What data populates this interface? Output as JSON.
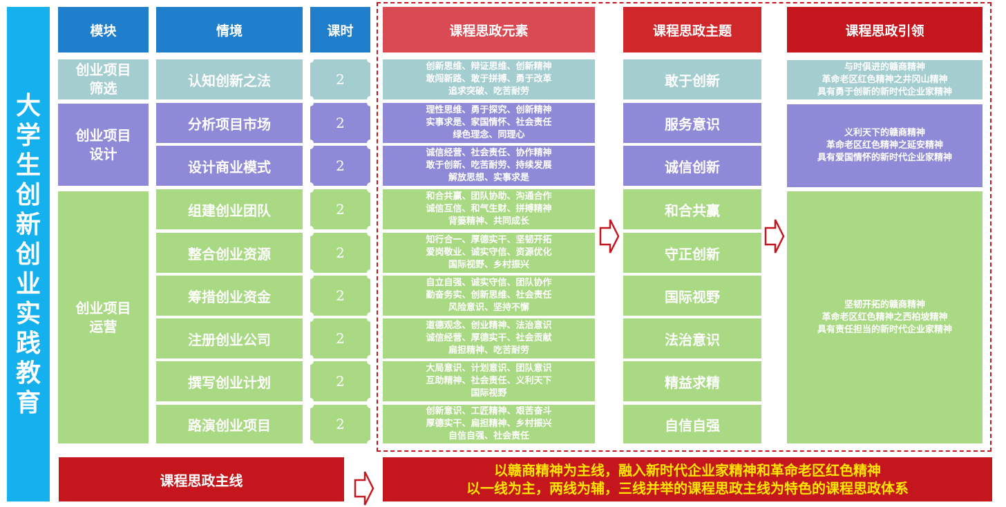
{
  "title_chars": [
    "大",
    "学",
    "生",
    "创",
    "新",
    "创",
    "业",
    "实",
    "践",
    "教",
    "育"
  ],
  "headers": {
    "module": "模块",
    "situation": "情境",
    "hours": "课时",
    "elements": "课程思政元素",
    "themes": "课程思政主题",
    "leads": "课程思政引领"
  },
  "modules": [
    {
      "label": "创业项目\n筛选",
      "color": "#a3cdcf"
    },
    {
      "label": "创业项目\n设计",
      "color": "#8f8ad8"
    },
    {
      "label": "创业项目\n运营",
      "color": "#a9d982"
    }
  ],
  "rows": [
    {
      "situation": "认知创新之法",
      "hours": "2",
      "element": "创新思维、辩证思维、创新精神\n敢闯新路、敢于拼搏、勇于改革\n追求突破、吃苦耐劳",
      "theme": "敢于创新",
      "color": "#a3cdcf"
    },
    {
      "situation": "分析项目市场",
      "hours": "2",
      "element": "理性思维、勇于探究、创新精神\n实事求是、家国情怀、社会责任\n绿色理念、同理心",
      "theme": "服务意识",
      "color": "#8f8ad8"
    },
    {
      "situation": "设计商业模式",
      "hours": "2",
      "element": "诚信经营、社会责任、协作精神\n敢于创新、吃苦耐劳、持续发展\n解放思想、实事求是",
      "theme": "诚信创新",
      "color": "#8f8ad8"
    },
    {
      "situation": "组建创业团队",
      "hours": "2",
      "element": "和合共赢、团队协助、沟通合作\n诚信互信、和气生财、拼搏精神\n背篓精神、共同成长",
      "theme": "和合共赢",
      "color": "#a9d982"
    },
    {
      "situation": "整合创业资源",
      "hours": "2",
      "element": "知行合一、厚德实干、坚韧开拓\n爱岗敬业、诚实守信、资源优化\n国际视野、乡村振兴",
      "theme": "守正创新",
      "color": "#a9d982"
    },
    {
      "situation": "筹措创业资金",
      "hours": "2",
      "element": "自立自强、诚实守信、团队协作\n勤奋务实、创新思维、社会责任\n风险意识、坚持不懈",
      "theme": "国际视野",
      "color": "#a9d982"
    },
    {
      "situation": "注册创业公司",
      "hours": "2",
      "element": "道德观念、创业精神、法治意识\n诚信经营、厚德实干、社会贡献\n扁担精神、吃苦耐劳",
      "theme": "法治意识",
      "color": "#a9d982"
    },
    {
      "situation": "撰写创业计划",
      "hours": "2",
      "element": "大局意识、计划意识、团队意识\n互助精神、社会责任、义利天下\n国际视野",
      "theme": "精益求精",
      "color": "#a9d982"
    },
    {
      "situation": "路演创业项目",
      "hours": "2",
      "element": "创新意识、工匠精神、艰苦奋斗\n厚德实干、扁担精神、乡村振兴\n自信自强、社会责任",
      "theme": "自信自强",
      "color": "#a9d982"
    }
  ],
  "leads": [
    {
      "text": "与时俱进的赣商精神\n革命老区红色精神之井冈山精神\n具有勇于创新的新时代企业家精神",
      "color": "#a3cdcf"
    },
    {
      "text": "义利天下的赣商精神\n革命老区红色精神之延安精神\n具有爱国情怀的新时代企业家精神",
      "color": "#8f8ad8"
    },
    {
      "text": "坚韧开拓的赣商精神\n革命老区红色精神之西柏坡精神\n具有责任担当的新时代企业家精神",
      "color": "#a9d982"
    }
  ],
  "mainline": {
    "label": "课程思政主线",
    "text": "以赣商精神为主线，融入新时代企业家精神和革命老区红色精神\n以一线为主，两线为辅，三线并举的课程思政主线为特色的课程思政体系"
  },
  "colors": {
    "title_bg": "#14b1ee",
    "header_blue": "#1f7fcc",
    "header_elements": "#d94a52",
    "header_themes": "#d0282a",
    "header_leads": "#c4161c",
    "teal": "#a3cdcf",
    "purple": "#8f8ad8",
    "green": "#a9d982",
    "mainline_red": "#c4161c",
    "mainline_text": "#ffe600"
  }
}
